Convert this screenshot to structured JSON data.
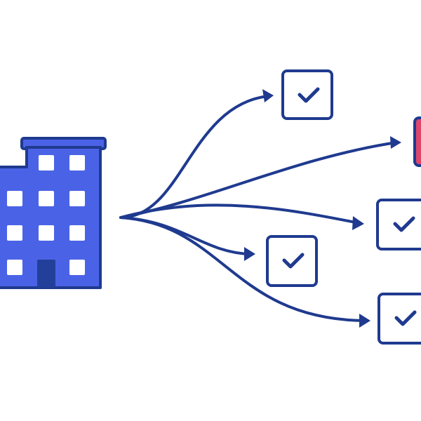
{
  "colors": {
    "ink": "#1f3a8f",
    "building": "#4a63e6",
    "window": "#ffffff",
    "door": "#22409a",
    "alert": "#e0466a",
    "background": "#ffffff"
  },
  "icons": {
    "source": "office-building-icon",
    "task": "checkmark-icon",
    "alert": "alert-box-icon"
  },
  "nodes": [
    {
      "id": "task-1",
      "kind": "check"
    },
    {
      "id": "task-2",
      "kind": "alert"
    },
    {
      "id": "task-3",
      "kind": "check"
    },
    {
      "id": "task-4",
      "kind": "check"
    },
    {
      "id": "task-5",
      "kind": "check"
    }
  ]
}
